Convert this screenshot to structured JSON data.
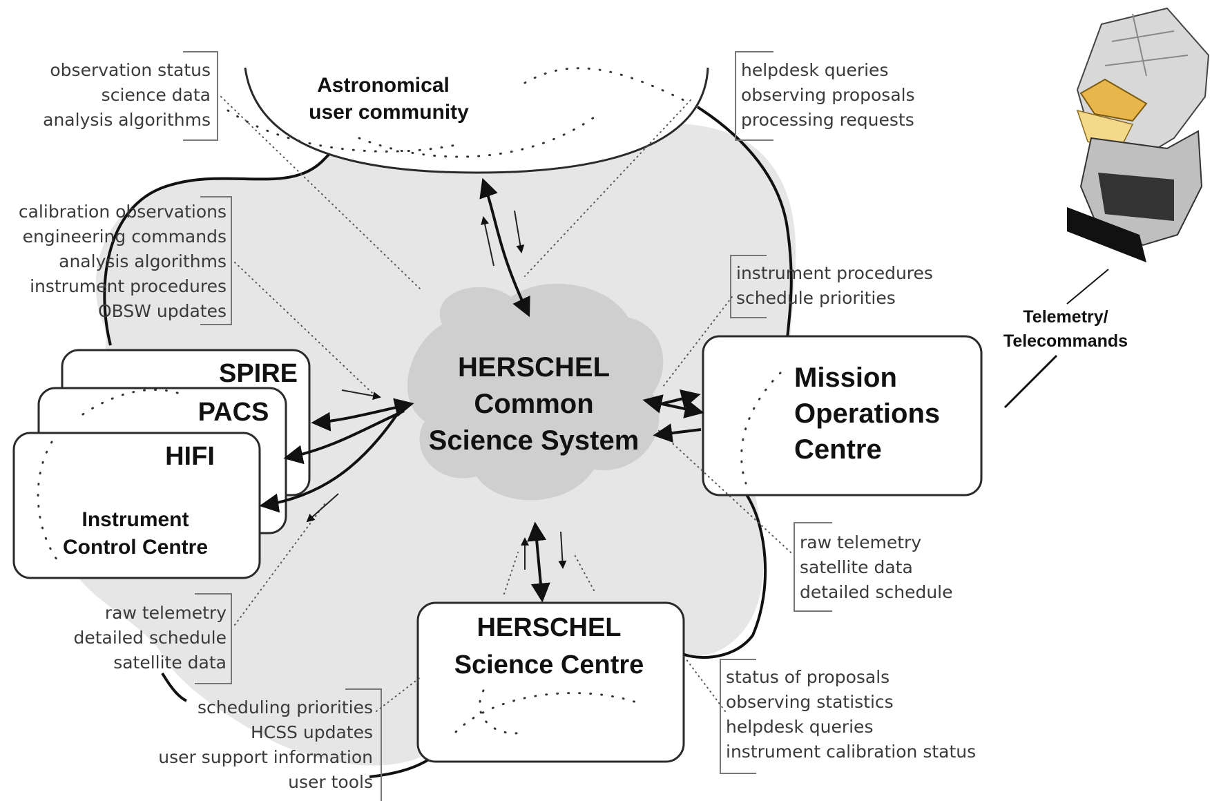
{
  "community": {
    "line1": "Astronomical",
    "line2": "user community"
  },
  "core": {
    "line1": "HERSCHEL",
    "line2": "Common",
    "line3": "Science System"
  },
  "moc": {
    "line1": "Mission",
    "line2": "Operations",
    "line3": "Centre"
  },
  "hsc": {
    "line1": "HERSCHEL",
    "line2": "Science Centre"
  },
  "icc": {
    "spire": "SPIRE",
    "pacs": "PACS",
    "hifi": "HIFI",
    "line1": "Instrument",
    "line2": "Control Centre"
  },
  "telemetry": {
    "line1": "Telemetry/",
    "line2": "Telecommands"
  },
  "lists": {
    "community_to": [
      "observation status",
      "science data",
      "analysis algorithms"
    ],
    "community_from": [
      "helpdesk queries",
      "observing proposals",
      "processing requests"
    ],
    "icc_from": [
      "calibration observations",
      "engineering commands",
      "analysis algorithms",
      "instrument procedures",
      "OBSW updates"
    ],
    "moc_in": [
      "instrument procedures",
      "schedule priorities"
    ],
    "moc_out": [
      "raw telemetry",
      "satellite data",
      "detailed schedule"
    ],
    "icc_in": [
      "raw telemetry",
      "detailed schedule",
      "satellite data"
    ],
    "hsc_in": [
      "scheduling priorities",
      "HCSS updates",
      "user support information",
      "user tools"
    ],
    "hsc_out": [
      "status of proposals",
      "observing statistics",
      "helpdesk queries",
      "instrument calibration status"
    ]
  },
  "colors": {
    "cloud": "#e6e6e6",
    "core_cloud": "#cfcfcf",
    "ink": "#2a2a2a"
  }
}
